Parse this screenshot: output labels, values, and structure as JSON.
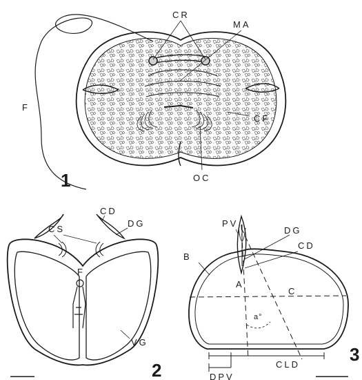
{
  "panels": [
    {
      "number": "1",
      "labels": {
        "cr": "CR",
        "ma": "MA",
        "f": "F",
        "cf": "CF",
        "oc": "OC"
      }
    },
    {
      "number": "2",
      "labels": {
        "cs": "CS",
        "cd": "CD",
        "dg": "DG",
        "f": "F",
        "vg": "VG"
      }
    },
    {
      "number": "3",
      "labels": {
        "pv": "PV",
        "dg": "DG",
        "cd": "CD",
        "b": "B",
        "a": "A",
        "c": "C",
        "angle": "a°",
        "dpv": "DPV",
        "cld": "CLD"
      }
    }
  ]
}
